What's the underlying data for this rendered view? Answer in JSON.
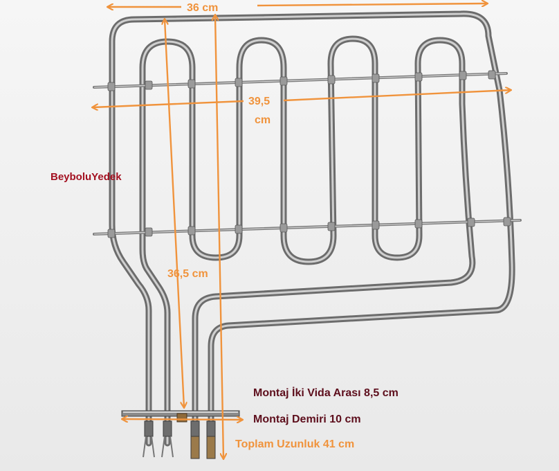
{
  "photo": {
    "brand_text": "BeyboluYedek",
    "dimensions": {
      "top_width": "36 cm",
      "middle_width_value": "39,5",
      "middle_width_unit": "cm",
      "height": "36,5 cm"
    },
    "specs": {
      "screw_spacing": "Montaj İki Vida Arası 8,5 cm",
      "bracket_length": "Montaj Demiri 10 cm",
      "total_length": "Toplam Uzunluk 41 cm"
    },
    "colors": {
      "arrow": "#f0933c",
      "spec_text": "#5d0e1c",
      "brand_text": "#a31020",
      "element_dark": "#6c6c6c",
      "element_light": "#c9c9c9"
    }
  }
}
